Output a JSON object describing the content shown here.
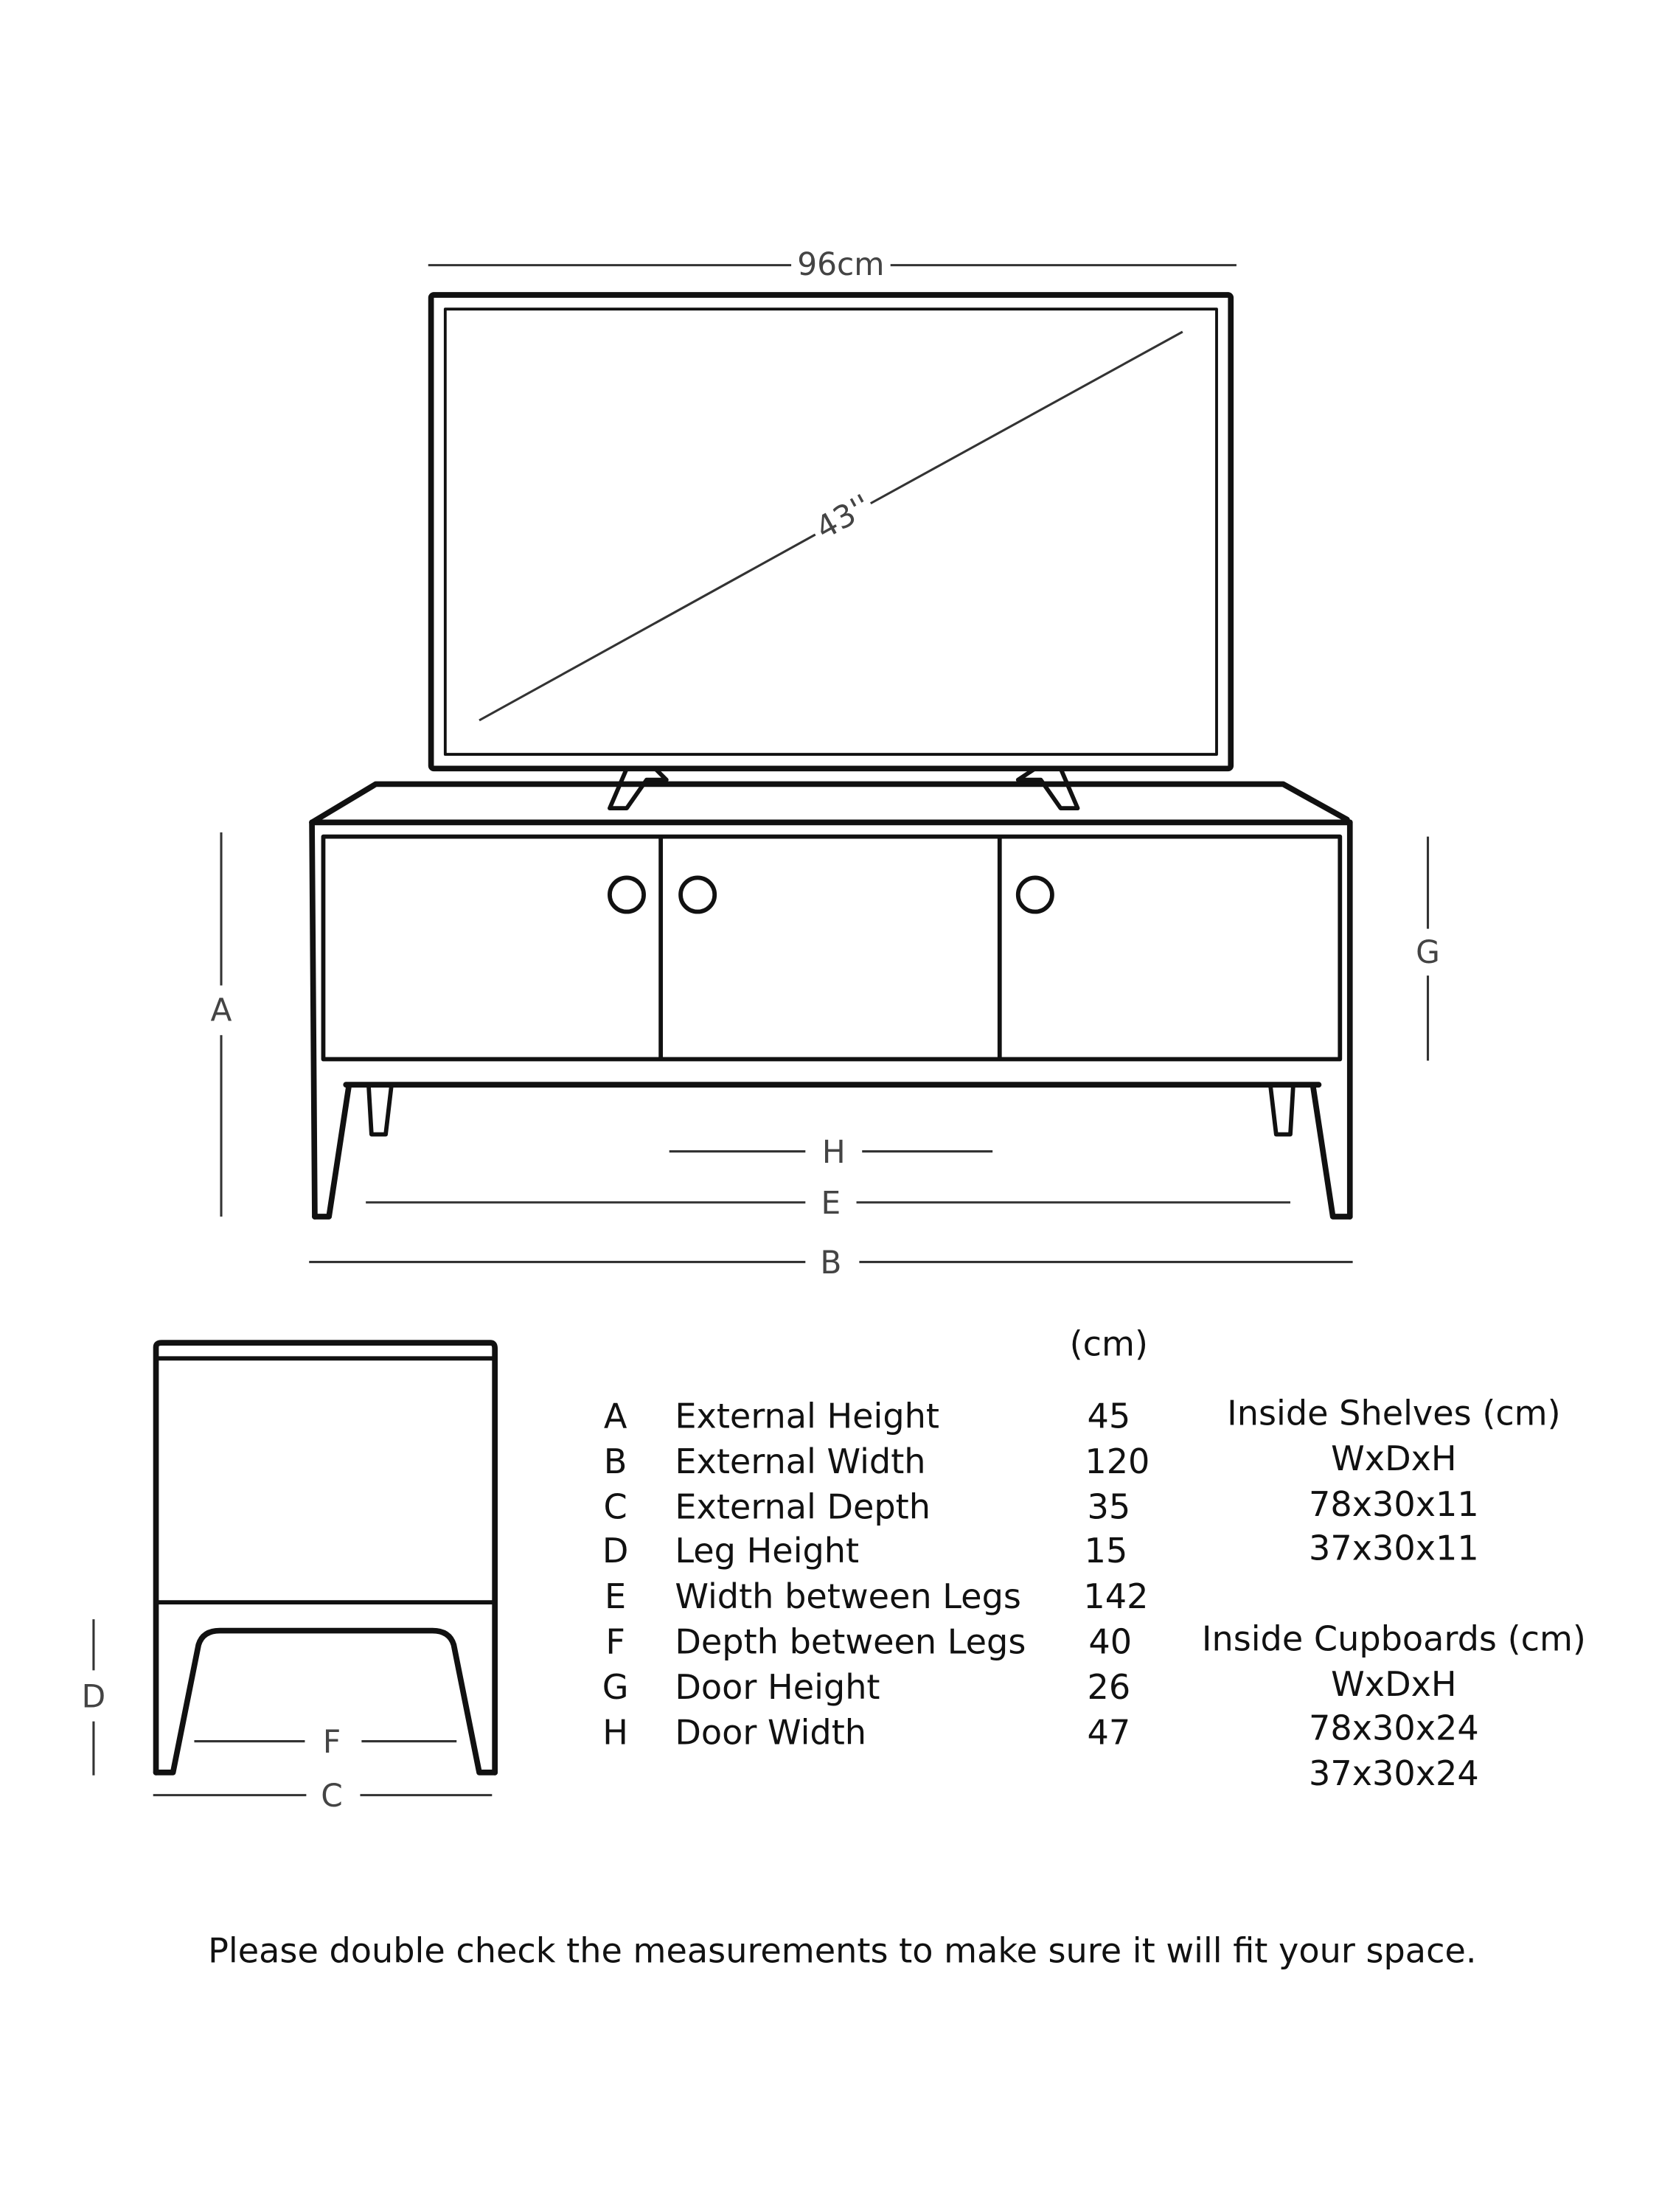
{
  "tv": {
    "width_label": "96cm",
    "diagonal_label": "43''"
  },
  "dimension_letters": {
    "A": "A",
    "B": "B",
    "C": "C",
    "D": "D",
    "E": "E",
    "F": "F",
    "G": "G",
    "H": "H"
  },
  "table": {
    "unit_header": "(cm)",
    "rows": [
      {
        "letter": "A",
        "label": "External Height",
        "value": "45"
      },
      {
        "letter": "B",
        "label": "External Width",
        "value": "120"
      },
      {
        "letter": "C",
        "label": "External Depth",
        "value": "35"
      },
      {
        "letter": "D",
        "label": "Leg Height",
        "value": "15"
      },
      {
        "letter": "E",
        "label": "Width between Legs",
        "value": "142"
      },
      {
        "letter": "F",
        "label": "Depth between Legs",
        "value": "40"
      },
      {
        "letter": "G",
        "label": "Door Height",
        "value": "26"
      },
      {
        "letter": "H",
        "label": "Door Width",
        "value": "47"
      }
    ],
    "shelves": {
      "title": "Inside Shelves (cm)",
      "format": "WxDxH",
      "sizes": [
        "78x30x11",
        "37x30x11"
      ]
    },
    "cupboards": {
      "title": "Inside Cupboards (cm)",
      "format": "WxDxH",
      "sizes": [
        "78x30x24",
        "37x30x24"
      ]
    }
  },
  "footer_note": "Please double check the measurements to make sure it will fit your space."
}
